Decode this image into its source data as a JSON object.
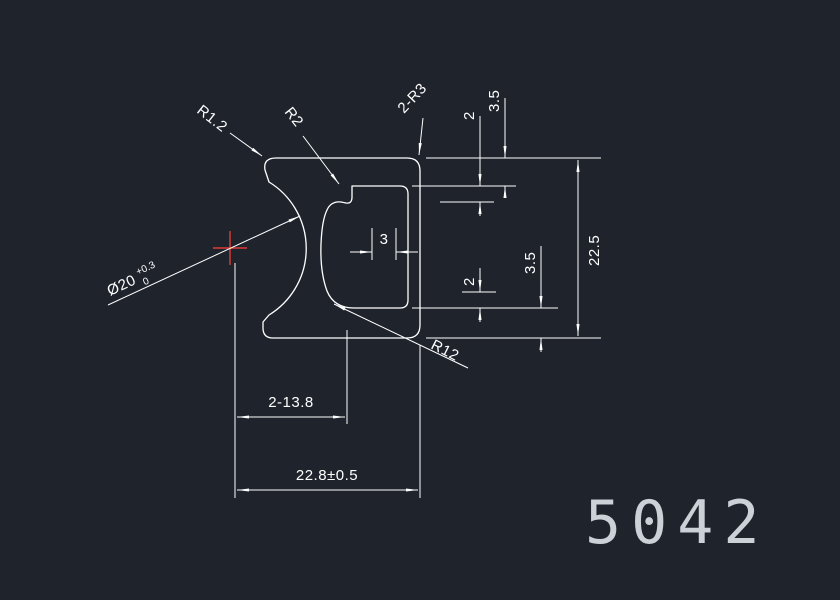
{
  "drawing": {
    "part_number": "5042",
    "colors": {
      "background": "#1e232c",
      "line": "#ffffff",
      "center_mark": "#e23b36",
      "part_number_text": "#ccd1d7"
    },
    "dimensions": {
      "radius_top_left": "R1.2",
      "radius_inner_top": "R2",
      "radius_top_right": "2-R3",
      "lip_top": "2",
      "wall_top": "3.5",
      "height": "22.5",
      "slot_wall": "3",
      "wall_bottom": "3.5",
      "lip_bottom": "2",
      "radius_inner_bottom": "R12",
      "groove_diameter": "Ø20",
      "groove_tol_upper": "+0.3",
      "groove_tol_lower": "0",
      "slot_depth": "2-13.8",
      "width": "22.8±0.5"
    }
  }
}
